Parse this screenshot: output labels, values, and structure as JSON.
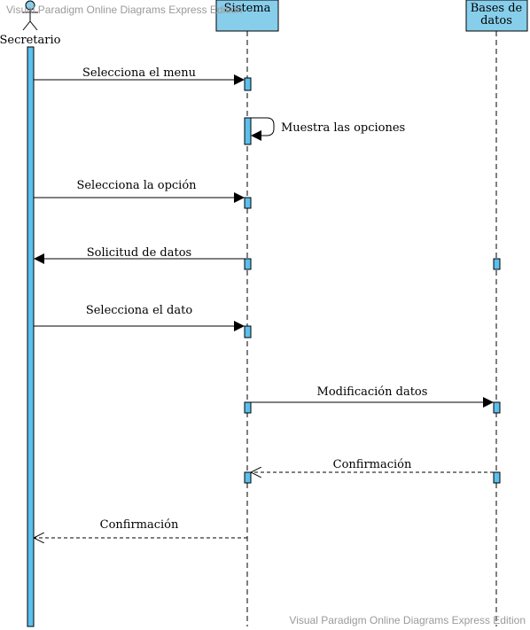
{
  "watermark": {
    "top": "Visual Paradigm Online Diagrams Express Edition",
    "bottom": "Visual Paradigm Online Diagrams Express Edition"
  },
  "participants": {
    "actor": "Secretario",
    "system": "Sistema",
    "database_line1": "Bases de",
    "database_line2": "datos"
  },
  "messages": {
    "m1": "Selecciona el menu",
    "m2": "Muestra las opciones",
    "m3": "Selecciona la opción",
    "m4": "Solicitud de datos",
    "m5": "Selecciona el dato",
    "m6": "Modificación datos",
    "m7": "Confirmación",
    "m8": "Confirmación"
  },
  "colors": {
    "lifeline_box": "#87ceeb",
    "activation": "#5bc0eb",
    "stroke": "#000000",
    "watermark": "#9a9a9a"
  }
}
